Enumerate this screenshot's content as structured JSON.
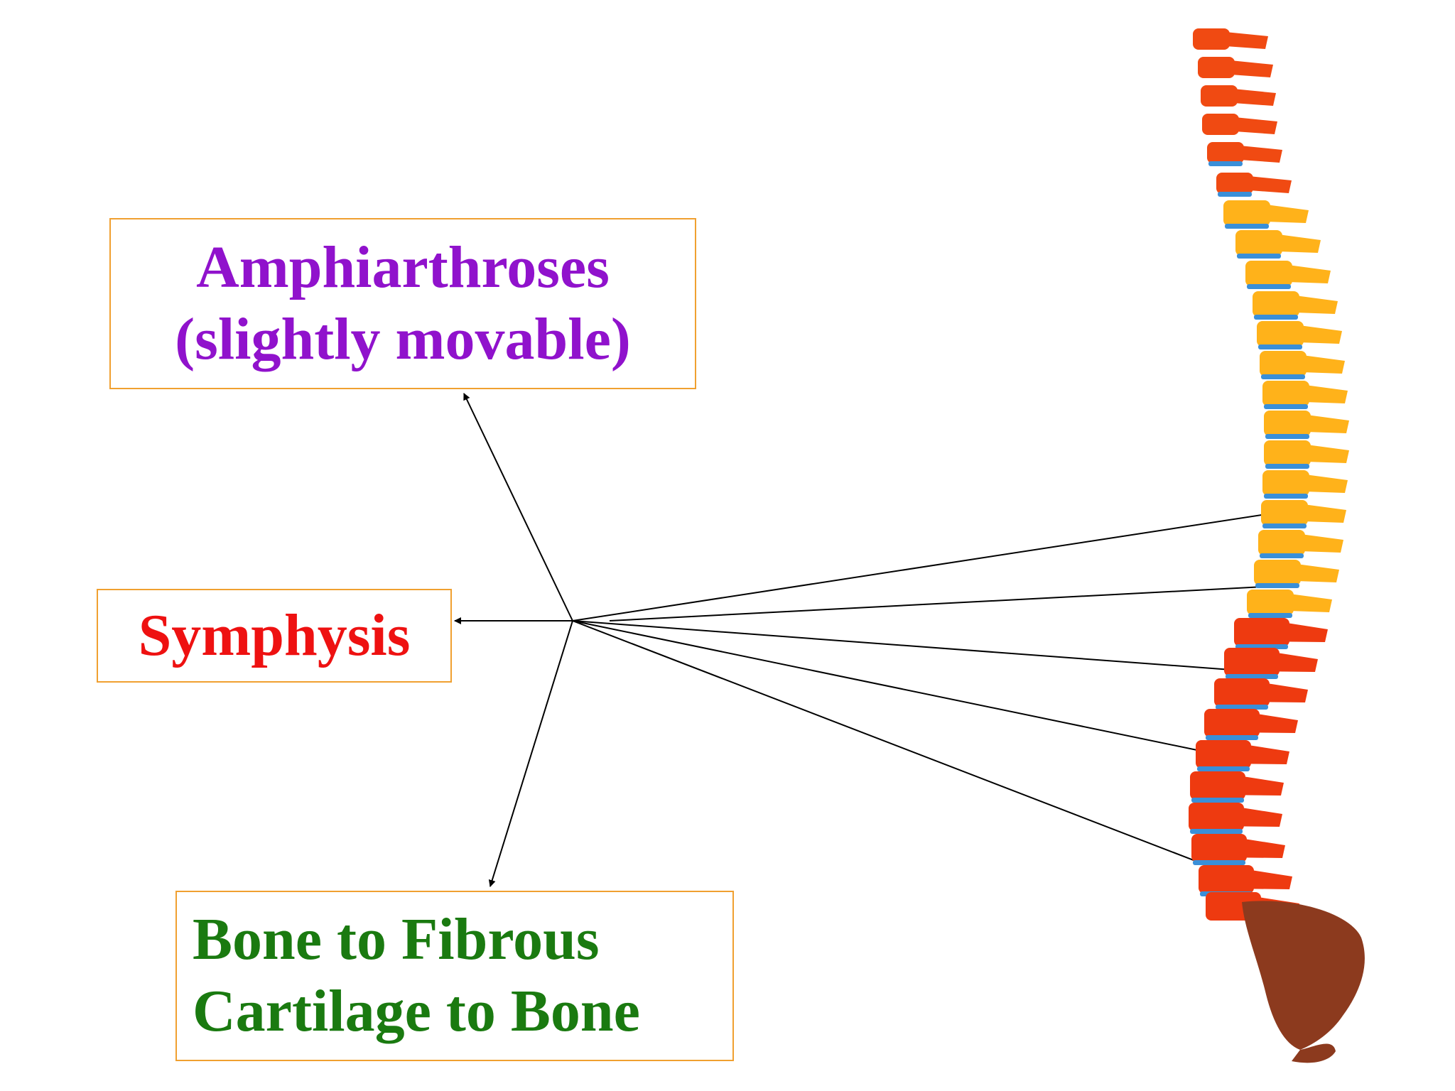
{
  "colors": {
    "box_border": "#f0a030",
    "amphiarthroses_text": "#9012cc",
    "symphysis_text": "#ee1111",
    "bone_text": "#1a7a10",
    "arrow": "#000000",
    "cervical": "#f04a12",
    "thoracic": "#ffb21a",
    "lumbar": "#ee3a10",
    "sacrum": "#8c3a1e",
    "disc": "#3a8fd8"
  },
  "labels": {
    "amphiarthroses": {
      "line1": "Amphiarthroses",
      "line2": "(slightly movable)"
    },
    "symphysis": {
      "text": "Symphysis"
    },
    "bone": {
      "line1": "Bone to Fibrous",
      "line2": "Cartilage to Bone"
    }
  },
  "illustration": {
    "name": "vertebral-column",
    "icon": "spine-icon"
  }
}
